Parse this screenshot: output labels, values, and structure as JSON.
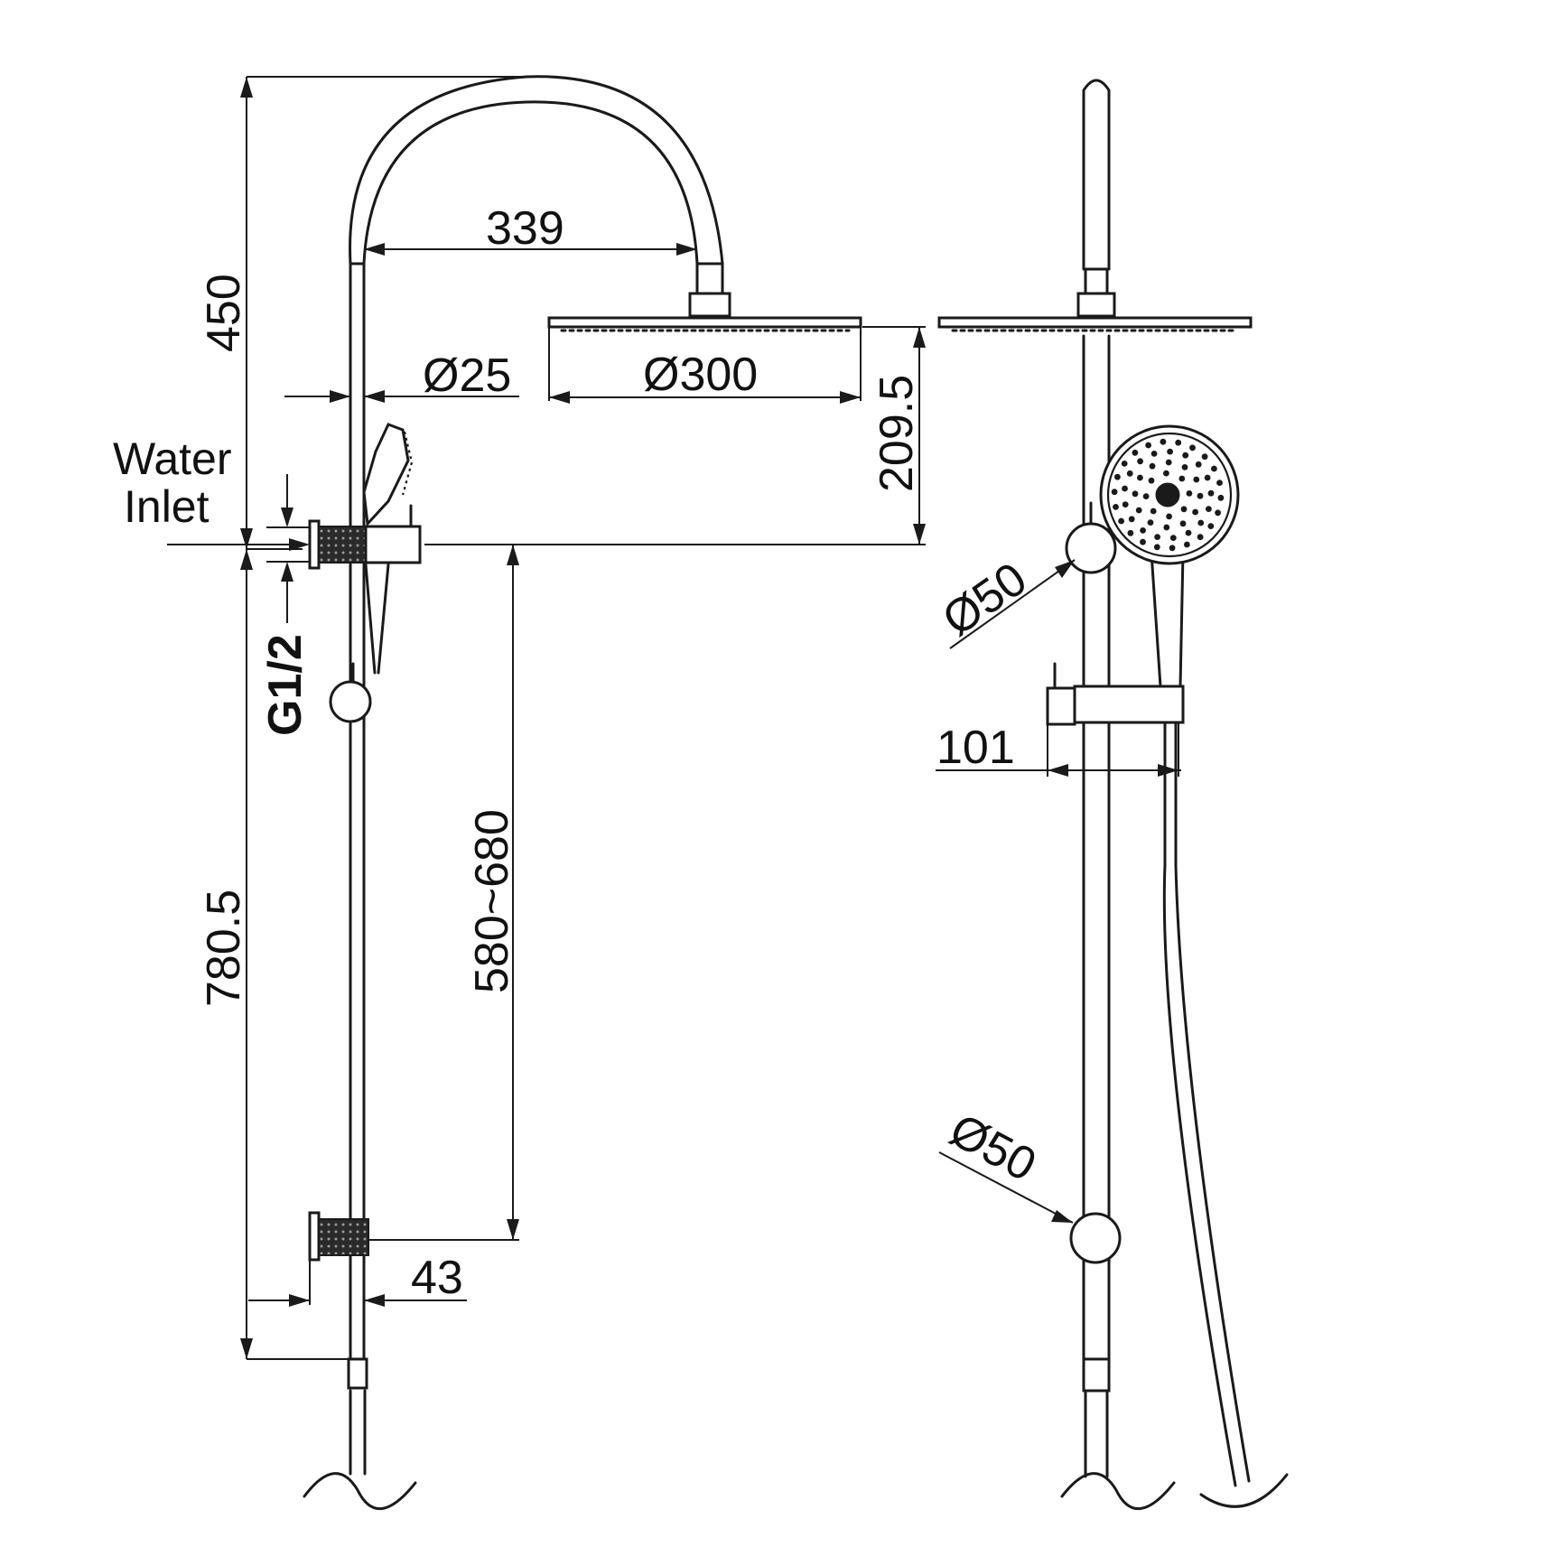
{
  "labels": {
    "d_450": "450",
    "d_339": "339",
    "d_25": "Ø25",
    "d_300": "Ø300",
    "d_209_5": "209.5",
    "water_inlet_line1": "Water",
    "water_inlet_line2": "Inlet",
    "g_half": "G1/2",
    "d_780_5": "780.5",
    "d_580_680": "580~680",
    "d_43": "43",
    "d_50_top": "Ø50",
    "d_101": "101",
    "d_50_bottom": "Ø50"
  },
  "colors": {
    "line": "#1a1a1a",
    "background": "#ffffff"
  }
}
